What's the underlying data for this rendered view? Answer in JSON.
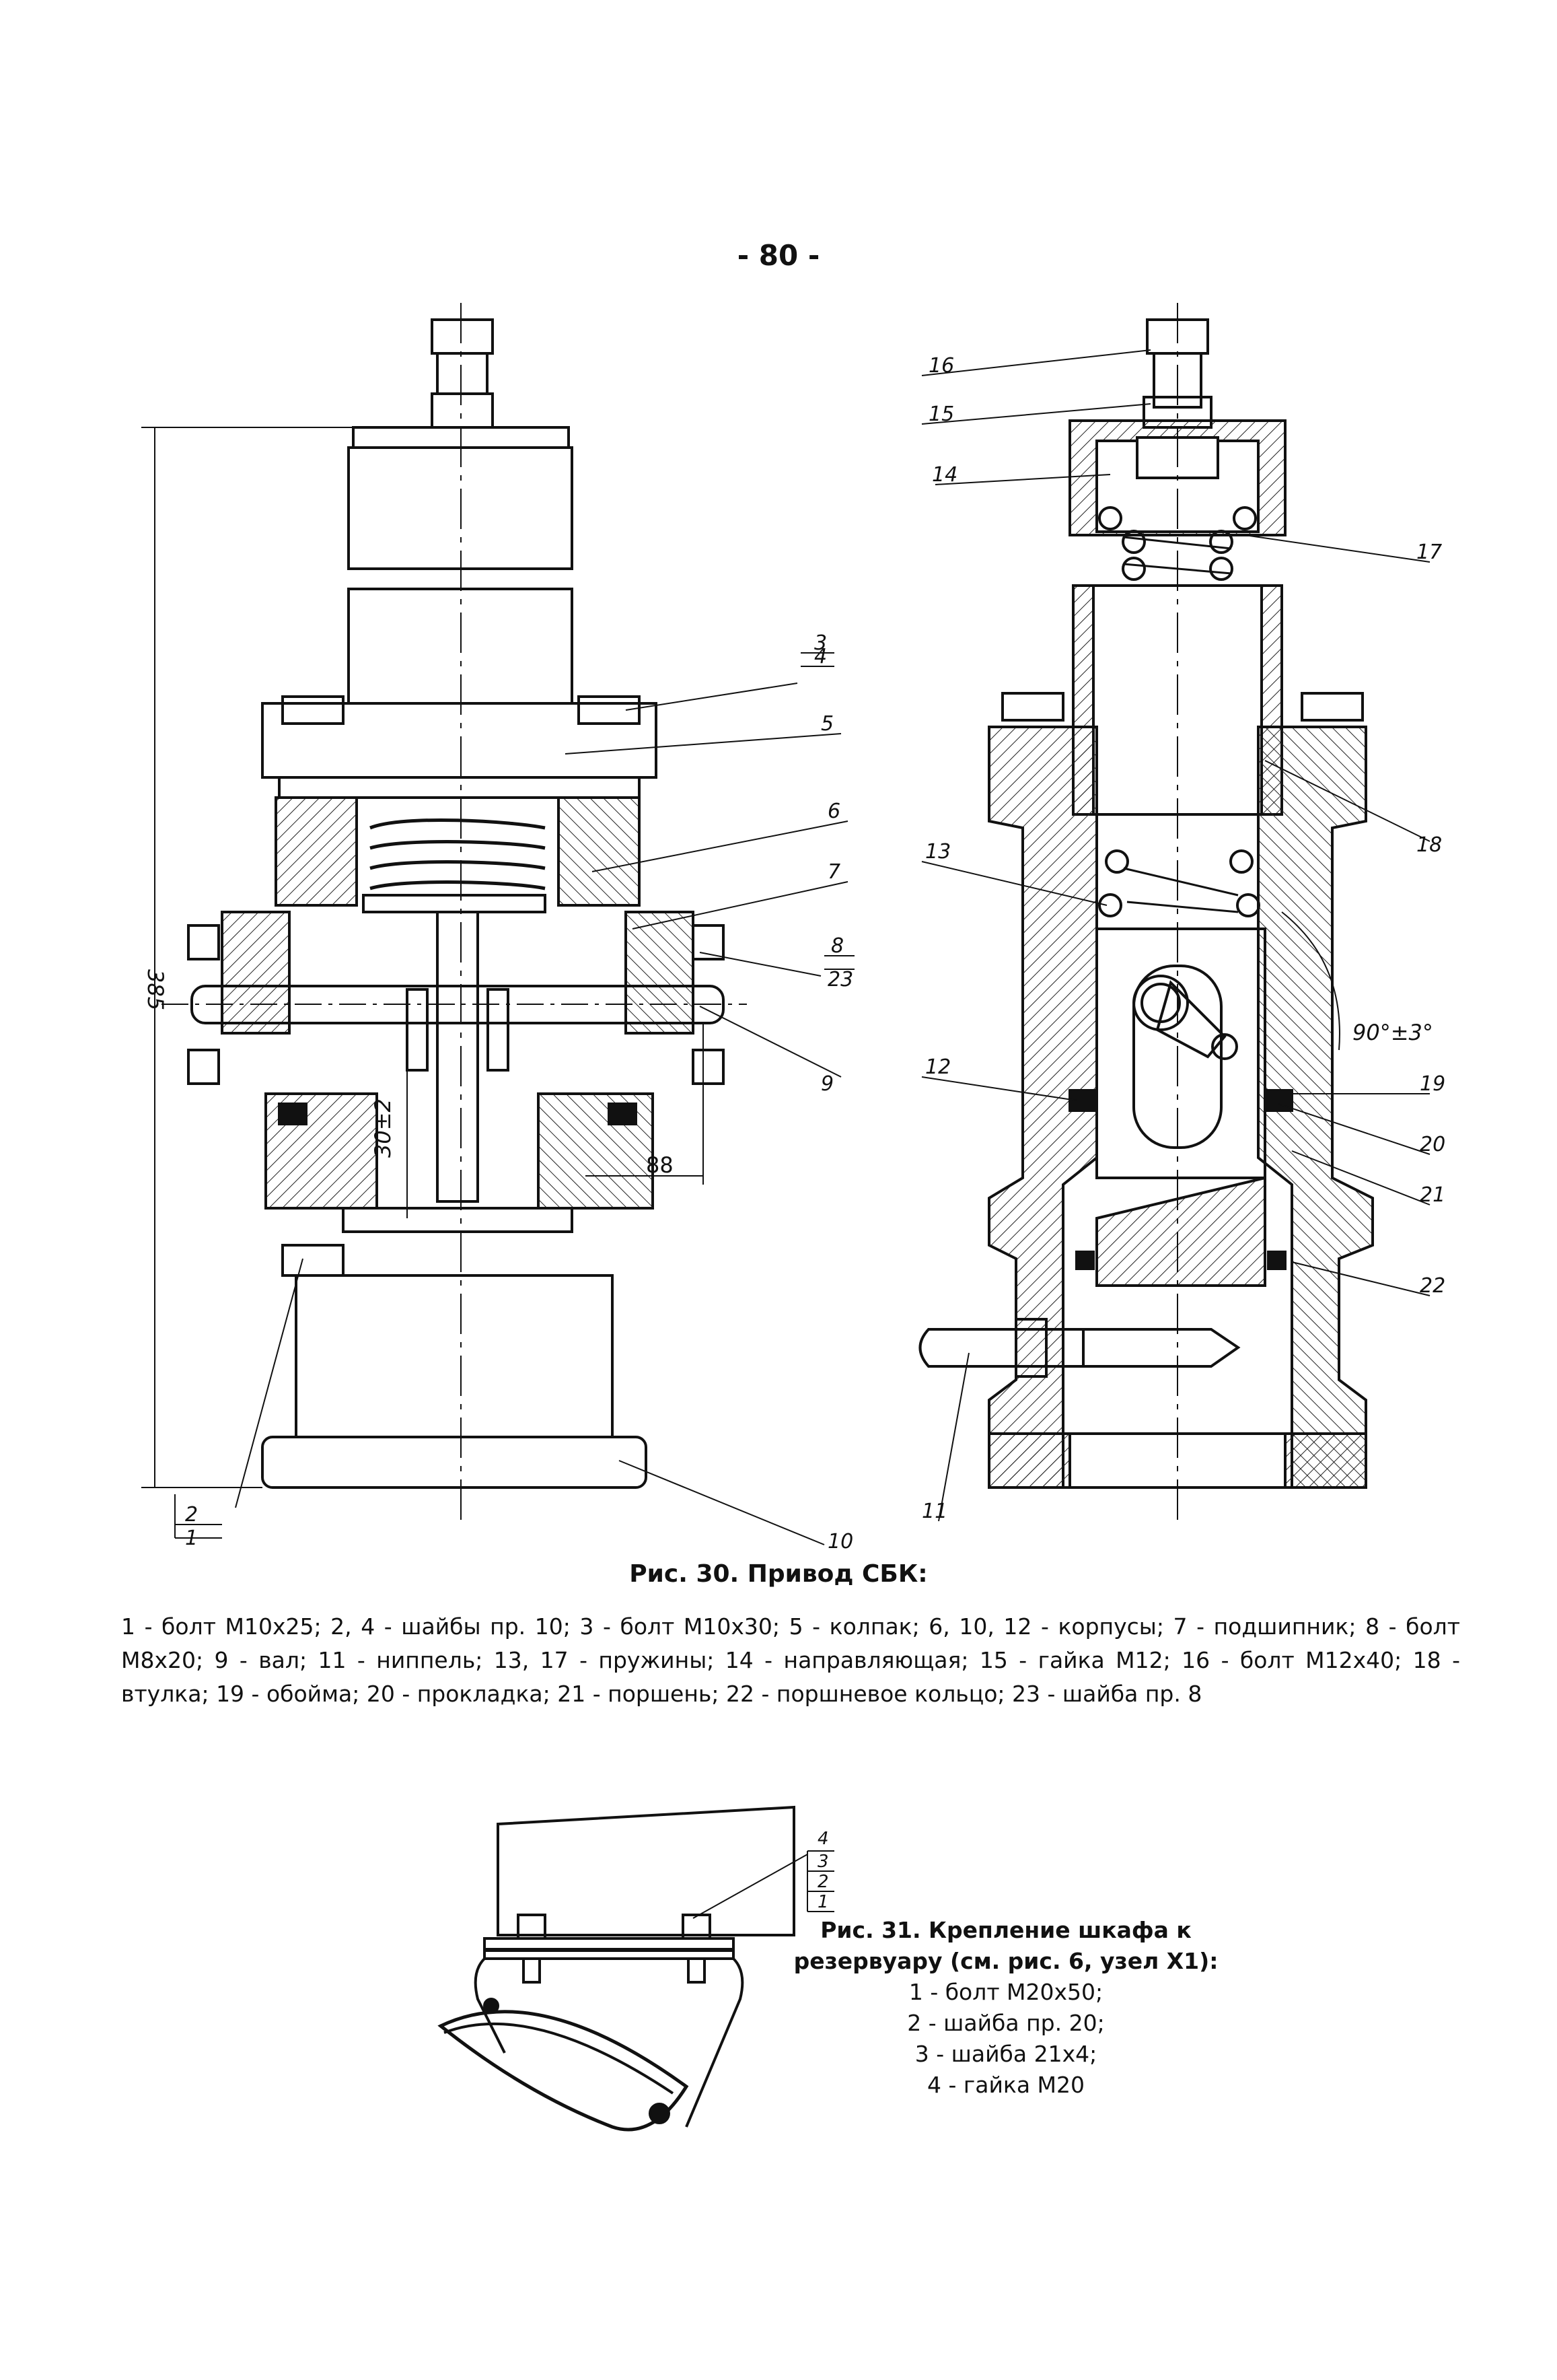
{
  "page_number": "- 80 -",
  "figure30": {
    "callouts_left": [
      "3",
      "4",
      "5",
      "6",
      "7",
      "8",
      "23",
      "9",
      "10",
      "1",
      "2"
    ],
    "callouts_right": [
      "16",
      "15",
      "14",
      "17",
      "13",
      "18",
      "12",
      "19",
      "20",
      "21",
      "22",
      "11"
    ],
    "dimensions": {
      "height": "385",
      "stroke": "30±2",
      "offset": "88",
      "angle": "90°±3°"
    },
    "caption_title": "Рис. 30. Привод СБК:",
    "caption_parts": [
      "1 - болт М10х25;",
      "2, 4 - шайбы пр. 10;",
      "3 - болт М10х30;",
      "5 - колпак;",
      "6, 10, 12 - корпусы;",
      "7 - подшипник;",
      "8 - болт М8х20;",
      "9 - вал;",
      "11 - ниппель;",
      "13, 17 - пружины;",
      "14 - направляющая;",
      "15 - гайка М12;",
      "16 - болт М12х40;",
      "18 - втулка;",
      "19 - обойма;",
      "20 - прокладка;",
      "21 - поршень;",
      "22 - поршневое кольцо;",
      "23 - шайба пр. 8"
    ]
  },
  "figure31": {
    "callouts": [
      "4",
      "3",
      "2",
      "1"
    ],
    "caption_title": "Рис. 31. Крепление шкафа к резервуару (см. рис. 6, узел Х1):",
    "caption_parts": [
      "1 - болт М20х50;",
      "2 - шайба пр. 20;",
      "3 - шайба 21х4;",
      "4 - гайка М20"
    ]
  }
}
